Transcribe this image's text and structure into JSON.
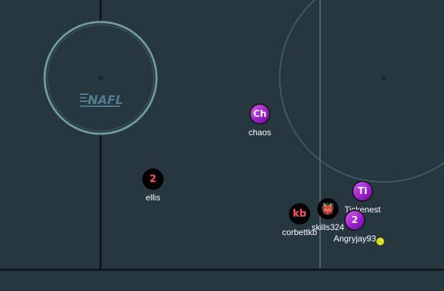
{
  "rink": {
    "background": "#263740",
    "line_color": "#0c1419",
    "circle_color": "#6e9aa2",
    "logo_text": "NAFL"
  },
  "players": [
    {
      "name": "chaos",
      "initials": "Ch",
      "style": "purple"
    },
    {
      "name": "ellis",
      "initials": "2",
      "style": "red"
    },
    {
      "name": "Tickenest",
      "initials": "Ti",
      "style": "purple"
    },
    {
      "name": "corbettkb",
      "initials": "kb",
      "style": "red"
    },
    {
      "name": "skills324",
      "initials": "👹",
      "style": "emoji"
    },
    {
      "name": "Angryjay93",
      "initials": "2",
      "style": "purple"
    }
  ],
  "puck": {
    "color": "#d7dc1e"
  }
}
